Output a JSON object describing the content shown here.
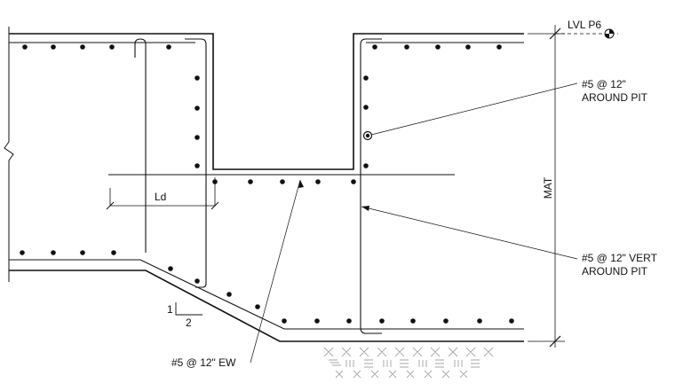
{
  "labels": {
    "level": "LVL P6",
    "around_pit_line1": "#5 @ 12\"",
    "around_pit_line2": "AROUND PIT",
    "vert_line1": "#5 @ 12\" VERT",
    "vert_line2": "AROUND PIT",
    "ew": "#5 @ 12\" EW",
    "mat": "MAT",
    "ld": "Ld",
    "slope_rise": "1",
    "slope_run": "2"
  },
  "colors": {
    "ink": "#111111",
    "hatch": "#888888"
  }
}
